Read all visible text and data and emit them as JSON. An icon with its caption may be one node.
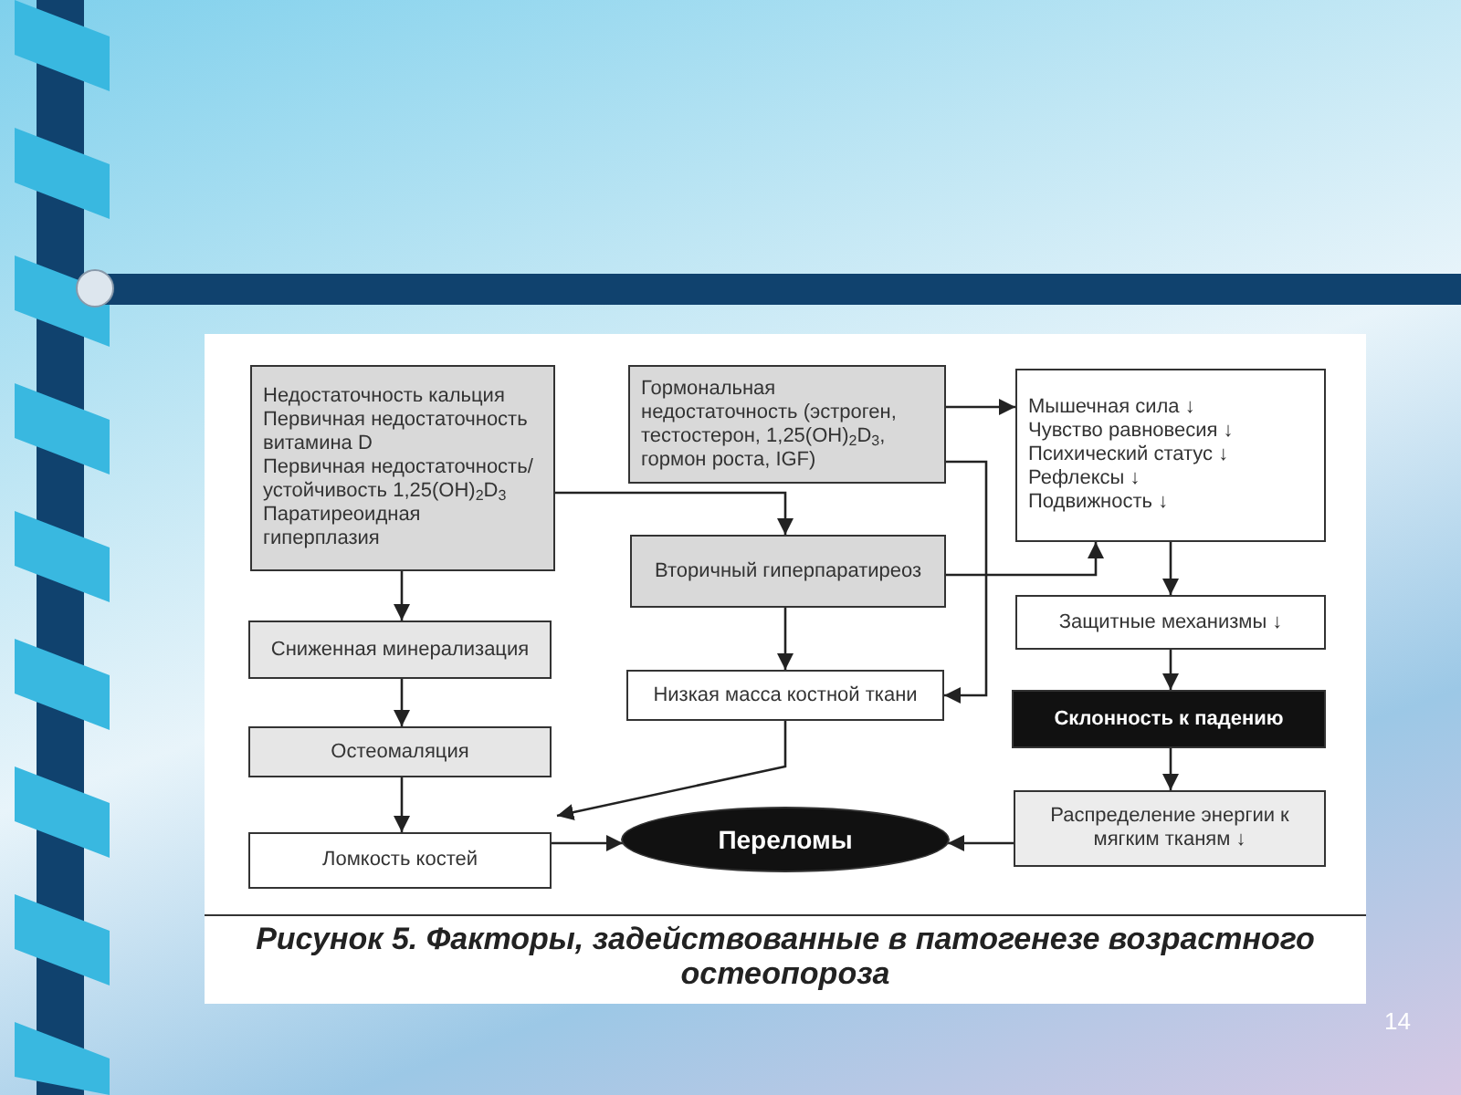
{
  "diagram": {
    "caption": "Рисунок 5. Факторы, задействованные в патогенезе возрастного остеопороза",
    "nodes": [
      {
        "text": [
          "Недостаточность кальция",
          "Первичная недостаточность витамина D",
          "Первичная недостаточность/устойчивость 1,25(OH)$_{2}$D$_{3}$",
          "Паратиреоидная гиперплазия"
        ]
      },
      {
        "text": [
          "Гормональная недостаточность (эстроген, тестостерон, 1,25(OH)$_{2}$D$_{3}$, гормон роста, IGF)"
        ]
      },
      {
        "text": [
          "Мышечная сила ↓",
          "Чувство равновесия ↓",
          "Психический статус ↓",
          "Рефлексы ↓",
          "Подвижность ↓"
        ]
      },
      {
        "text": [
          "Вторичный гиперпаратиреоз"
        ]
      },
      {
        "text": [
          "Сниженная минерализация"
        ]
      },
      {
        "text": [
          "Низкая масса костной ткани"
        ]
      },
      {
        "text": [
          "Защитные механизмы ↓"
        ]
      },
      {
        "text": [
          "Склонность к падению"
        ]
      },
      {
        "text": [
          "Остеомаляция"
        ]
      },
      {
        "text": [
          "Распределение энергии к мягким тканям ↓"
        ]
      },
      {
        "text": [
          "Ломкость костей"
        ]
      },
      {
        "text": [
          "Переломы"
        ]
      }
    ],
    "edges": [
      {
        "from": 0,
        "to": 4,
        "arrow": "to"
      },
      {
        "from": 0,
        "to": 3,
        "arrow": "to"
      },
      {
        "from": 1,
        "to": 2,
        "arrow": "to"
      },
      {
        "from": 3,
        "to": 2,
        "arrow": "to"
      },
      {
        "from": 1,
        "to": 5,
        "arrow": "to"
      },
      {
        "from": 3,
        "to": 5,
        "arrow": "to"
      },
      {
        "from": 4,
        "to": 8,
        "arrow": "to"
      },
      {
        "from": 8,
        "to": 10,
        "arrow": "to"
      },
      {
        "from": 5,
        "to": 10,
        "arrow": "to"
      },
      {
        "from": 10,
        "to": 11,
        "arrow": "to"
      },
      {
        "from": 2,
        "to": 6,
        "arrow": "to"
      },
      {
        "from": 6,
        "to": 7,
        "arrow": "to"
      },
      {
        "from": 7,
        "to": 9,
        "arrow": "to"
      },
      {
        "from": 9,
        "to": 11,
        "arrow": "to"
      }
    ],
    "labels": [
      "14"
    ]
  }
}
